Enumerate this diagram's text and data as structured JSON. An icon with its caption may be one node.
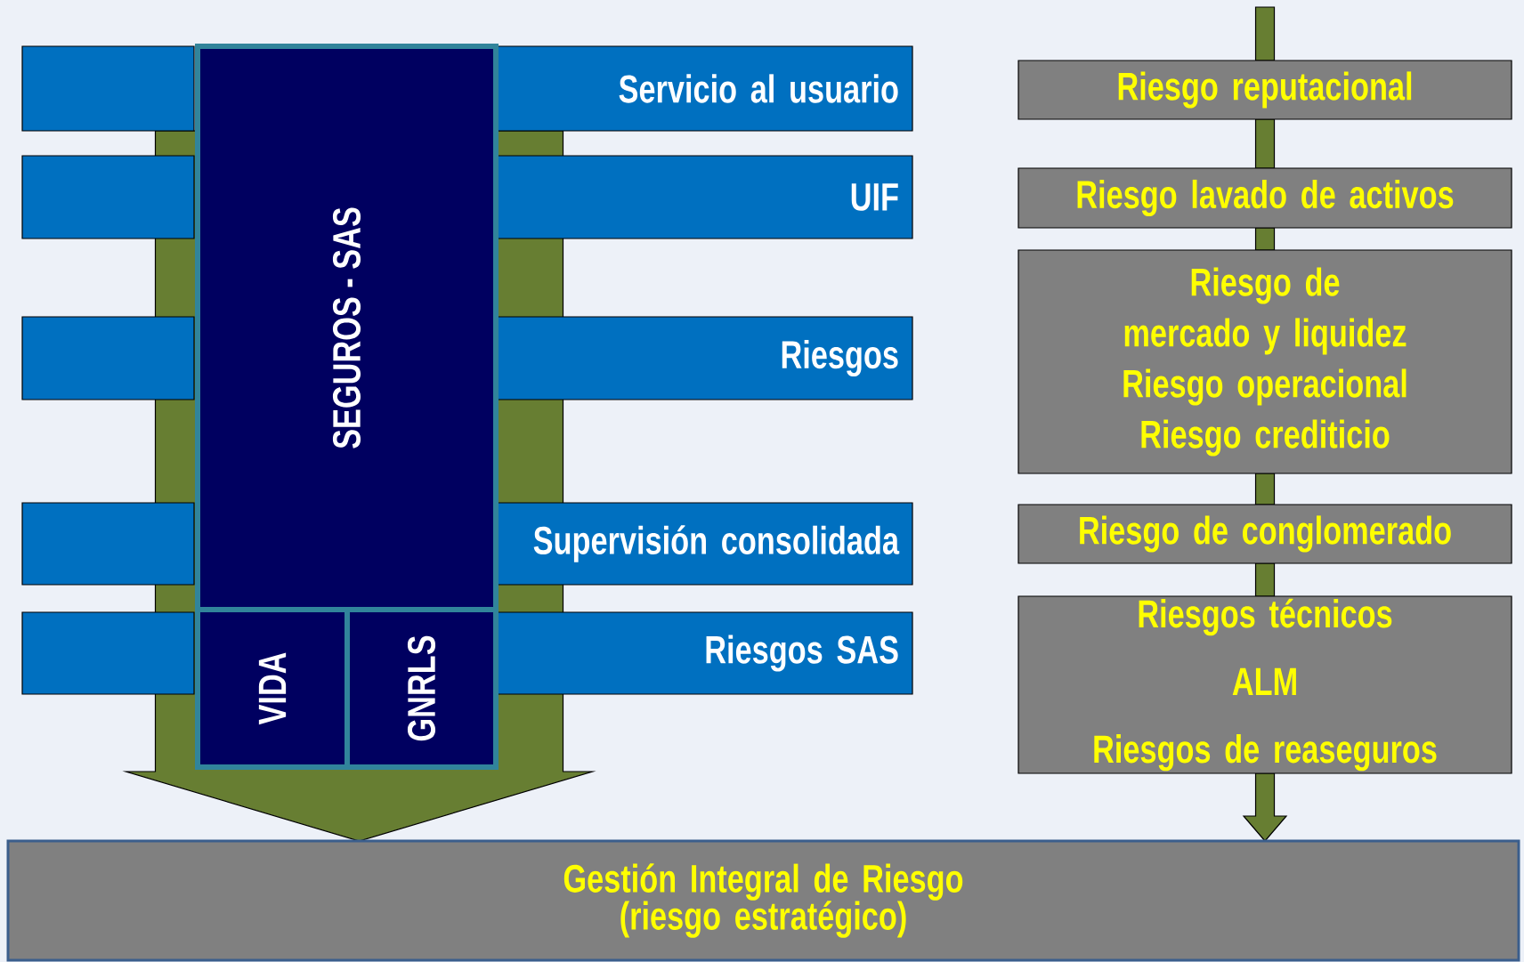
{
  "diagram": {
    "nodes": [
      {
        "text": [],
        "shape": "bar"
      },
      {
        "text": [
          "Servicio al usuario"
        ]
      },
      {
        "text": [],
        "shape": "bar"
      },
      {
        "text": [
          "UIF"
        ]
      },
      {
        "text": [],
        "shape": "bar"
      },
      {
        "text": [
          "Riesgos"
        ]
      },
      {
        "text": [],
        "shape": "bar"
      },
      {
        "text": [
          "Supervisión consolidada"
        ]
      },
      {
        "text": [],
        "shape": "bar"
      },
      {
        "text": [
          "Riesgos SAS"
        ]
      },
      {
        "text": [
          "SEGUROS - SAS"
        ]
      },
      {
        "text": [
          "VIDA"
        ]
      },
      {
        "text": [
          "GNRLS"
        ]
      },
      {
        "text": [
          "Riesgo reputacional"
        ]
      },
      {
        "text": [
          "Riesgo lavado de activos"
        ]
      },
      {
        "text": [
          "Riesgo de mercado y liquidez",
          "Riesgo operacional",
          "Riesgo crediticio"
        ]
      },
      {
        "text": [
          "Riesgo de conglomerado"
        ]
      },
      {
        "text": [
          "Riesgos técnicos",
          "ALM",
          "Riesgos de reaseguros"
        ]
      },
      {
        "text": [
          "Gestión Integral de Riesgo",
          "(riesgo estratégico)"
        ]
      }
    ],
    "edges": [
      {
        "from": 10,
        "to": 18,
        "arrow": "to"
      },
      {
        "from": null,
        "to": 13,
        "arrow": "none"
      },
      {
        "from": 13,
        "to": 14,
        "arrow": "none"
      },
      {
        "from": 14,
        "to": 15,
        "arrow": "none"
      },
      {
        "from": 15,
        "to": 16,
        "arrow": "none"
      },
      {
        "from": 16,
        "to": 17,
        "arrow": "none"
      },
      {
        "from": 17,
        "to": 18,
        "arrow": "to"
      }
    ]
  }
}
